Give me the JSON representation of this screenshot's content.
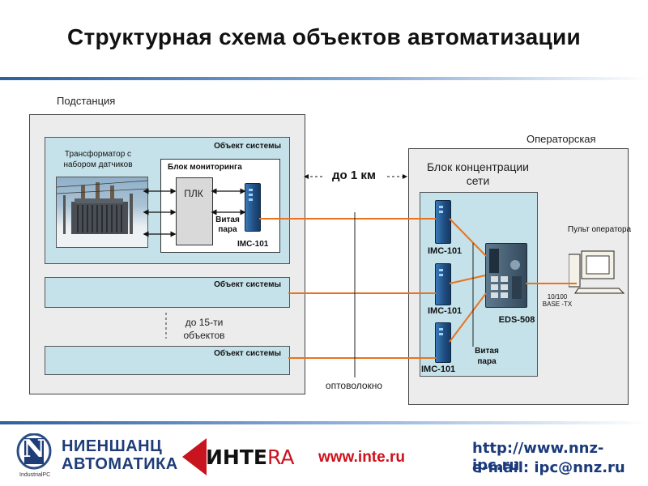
{
  "title": "Структурная схема объектов автоматизации",
  "substation": {
    "label": "Подстанция",
    "object1": {
      "label": "Объект системы",
      "transformer_label": "Трансформатор с набором датчиков",
      "monitoring": {
        "label": "Блок мониторинга",
        "plc_label": "ПЛК",
        "twisted_pair": "Витая пара",
        "device": "IMC-101"
      }
    },
    "object2_label": "Объект системы",
    "object3_label": "Объект системы",
    "up_to_15": "до 15-ти объектов"
  },
  "distance_label": "до 1 км",
  "fiber_label": "оптоволокно",
  "operator_room": {
    "label": "Операторская",
    "concentrator_label": "Блок концентрации сети",
    "imc1": "IMC-101",
    "imc2": "IMC-101",
    "imc3": "IMC-101",
    "switch": "EDS-508",
    "twisted_pair": "Витая пара",
    "console_label": "Пульт оператора",
    "link_label": "10/100 BASE -TX"
  },
  "footer": {
    "logo1_line1": "НИЕНШАНЦ",
    "logo1_line2": "АВТОМАТИКА",
    "logo1_small": "IndustrialPC",
    "logo1_letter": "N",
    "logo2_a": "ИНТЕ",
    "logo2_b": "RA",
    "site": "www.inte.ru",
    "http": "http://www.nnz-ipc.ru",
    "email": "e-mail: ipc@nnz.ru"
  },
  "colors": {
    "fiber": "#e8731f",
    "panel_blue": "#c5e2ea",
    "device_blue": "#1f4c80",
    "brand_red": "#c8141e",
    "link_red": "#d0101a"
  }
}
